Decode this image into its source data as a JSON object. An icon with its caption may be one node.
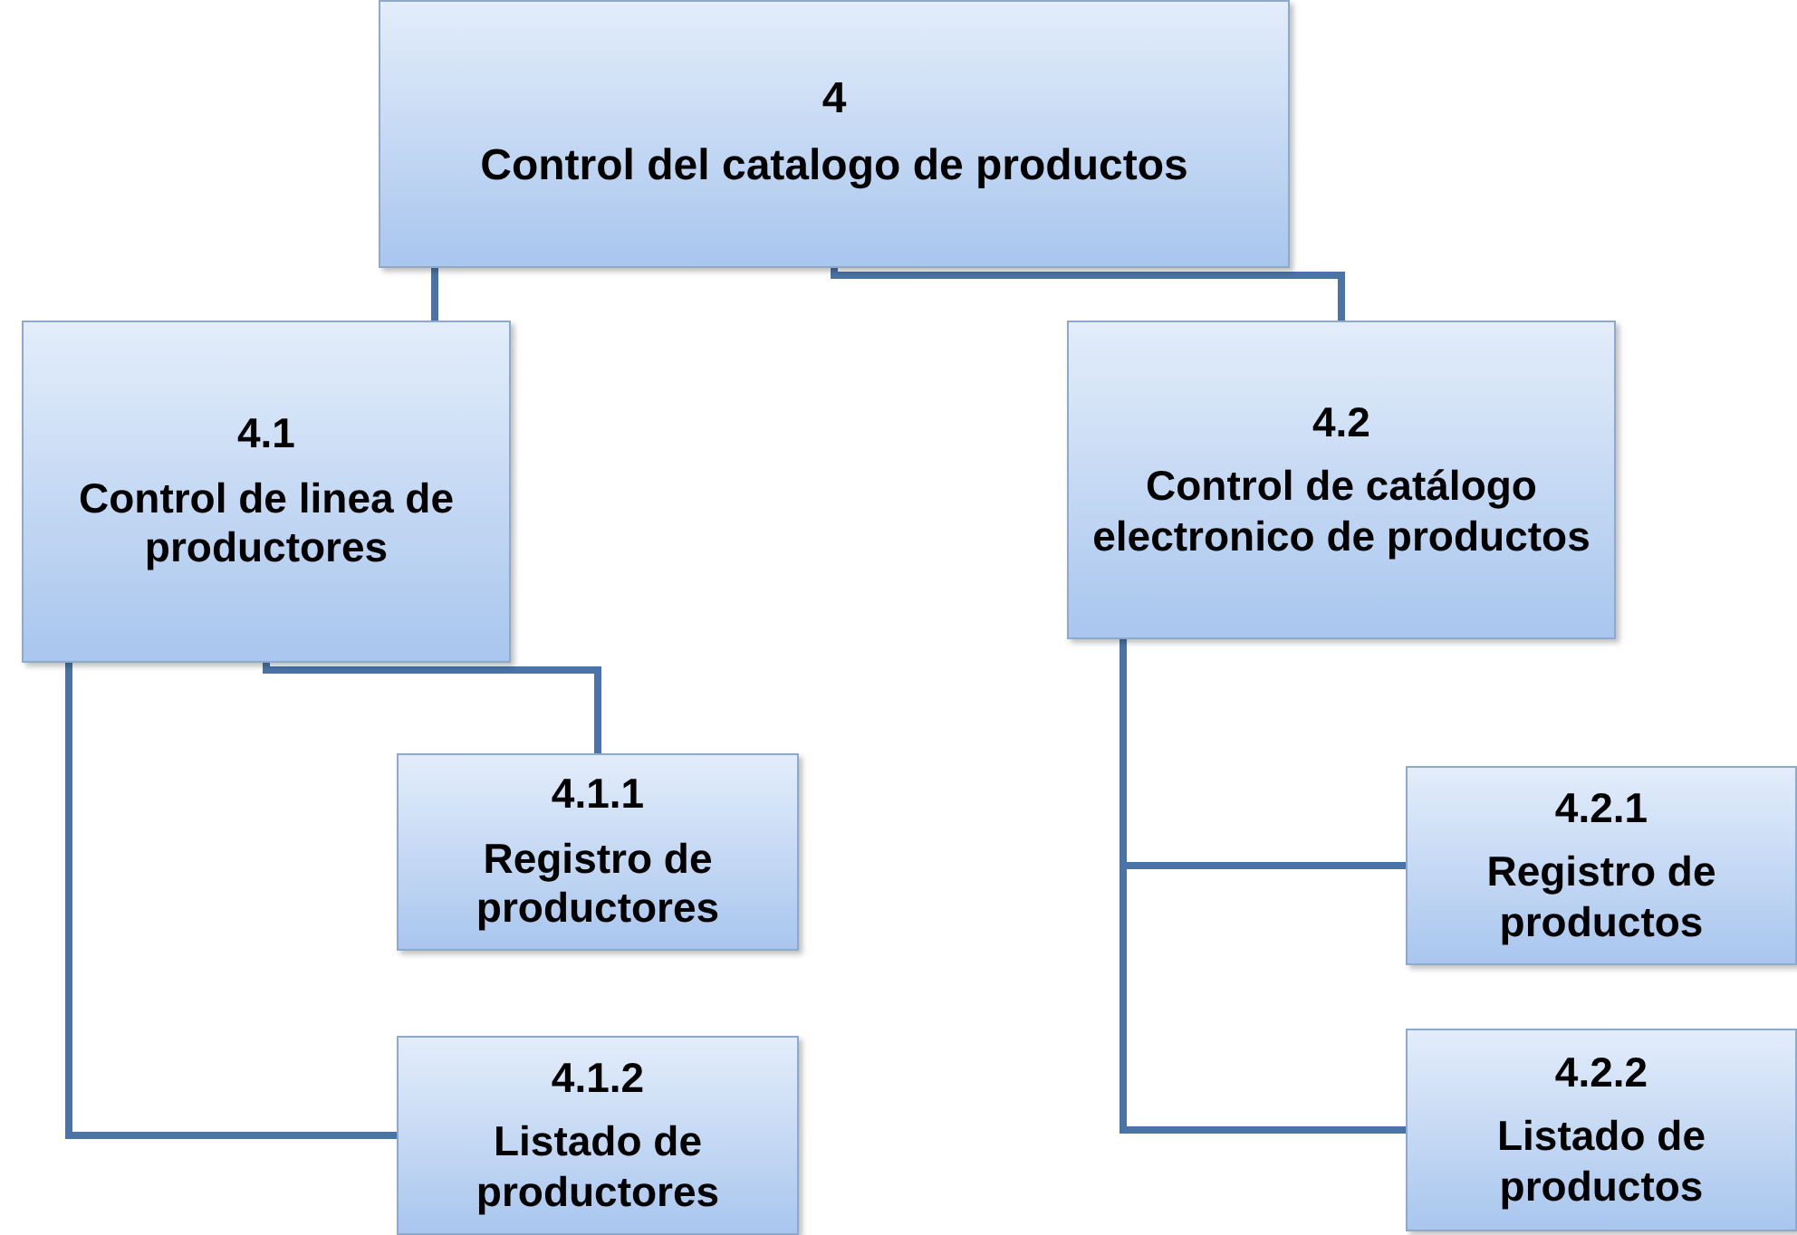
{
  "diagram": {
    "nodes": [
      {
        "text": [
          "4",
          "Control del catalogo de productos"
        ]
      },
      {
        "text": [
          "4.1",
          "Control de linea de productores"
        ]
      },
      {
        "text": [
          "4.2",
          "Control de catálogo electronico de productos"
        ]
      },
      {
        "text": [
          "4.1.1",
          "Registro de productores"
        ]
      },
      {
        "text": [
          "4.1.2",
          "Listado de productores"
        ]
      },
      {
        "text": [
          "4.2.1",
          "Registro de productos"
        ]
      },
      {
        "text": [
          "4.2.2",
          "Listado de productos"
        ]
      }
    ],
    "edges": [
      {
        "from": 0,
        "to": 1,
        "arrow": "none"
      },
      {
        "from": 0,
        "to": 2,
        "arrow": "none"
      },
      {
        "from": 1,
        "to": 3,
        "arrow": "none"
      },
      {
        "from": 1,
        "to": 4,
        "arrow": "none"
      },
      {
        "from": 2,
        "to": 5,
        "arrow": "none"
      },
      {
        "from": 2,
        "to": 6,
        "arrow": "none"
      }
    ]
  }
}
